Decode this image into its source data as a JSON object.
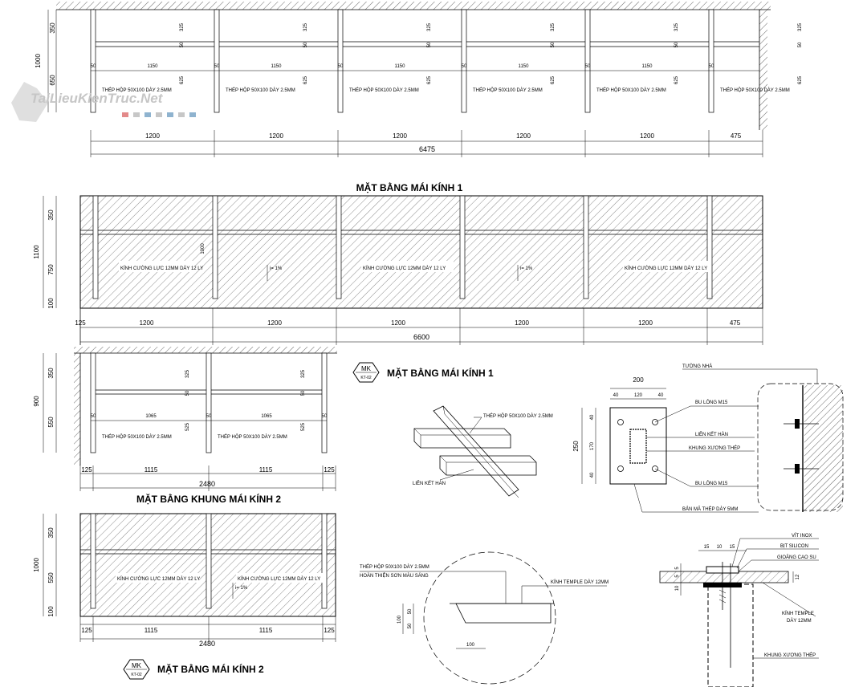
{
  "watermark": "TaiLieuKienTruc.Net",
  "plan1": {
    "title": "MẶT BẰNG MÁI KÍNH 1",
    "frame_dims_v": [
      "350",
      "650",
      "1000"
    ],
    "post_dims": [
      "325",
      "50",
      "625"
    ],
    "spans_top": [
      "50",
      "1150",
      "50",
      "1150",
      "50",
      "1150",
      "50",
      "1150",
      "50",
      "1150",
      "50"
    ],
    "member_label": "THÉP HỘP 50X100 DÀY 2.5MM",
    "bays": [
      "1200",
      "1200",
      "1200",
      "1200",
      "1200",
      "475"
    ],
    "total": "6475"
  },
  "roof1": {
    "dims_v": [
      "350",
      "750",
      "100",
      "1100"
    ],
    "inner_v": "1000",
    "glass_label": "KÍNH CƯỜNG LỰC 12MM DÀY 12 LY",
    "slope": "i= 1%",
    "bays": [
      "125",
      "1200",
      "1200",
      "1200",
      "1200",
      "1200",
      "475"
    ],
    "total": "6600"
  },
  "plan2": {
    "title": "MẶT BẰNG KHUNG MÁI KÍNH 2",
    "dims_v": [
      "350",
      "550",
      "900"
    ],
    "post_dims": [
      "325",
      "50",
      "525"
    ],
    "spans_top": [
      "50",
      "1065",
      "50",
      "1065",
      "50"
    ],
    "member_label": "THÉP HỘP 50X100 DÀY 2.5MM",
    "bays": [
      "125",
      "1115",
      "1115",
      "125"
    ],
    "total": "2480"
  },
  "roof2": {
    "title": "MẶT BẰNG MÁI KÍNH 2",
    "badge_top": "MK",
    "badge_bottom": "KT-02",
    "dims_v": [
      "350",
      "550",
      "100",
      "1000"
    ],
    "glass_label": "KÍNH CƯỜNG LỰC 12MM DÀY 12 LY",
    "slope": "i= 1%",
    "bays": [
      "125",
      "1115",
      "1115",
      "125"
    ],
    "total": "2480"
  },
  "detail_title": {
    "badge_top": "MK",
    "badge_bottom": "KT-02",
    "text": "MẶT BẰNG MÁI KÍNH 1"
  },
  "iso_detail": {
    "member": "THÉP HỘP 50X100 DÀY 2.5MM",
    "weld": "LIÊN KẾT HÀN"
  },
  "base_plate": {
    "wall": "TƯỜNG NHÀ",
    "width": "200",
    "top_dims": [
      "40",
      "120",
      "40"
    ],
    "height": "250",
    "side_dims": [
      "40",
      "170",
      "40"
    ],
    "bolt_top": "BU LÔNG M15",
    "weld": "LIÊN KẾT HÀN",
    "frame": "KHUNG XƯƠNG THÉP",
    "bolt_bottom": "BU LÔNG M15",
    "plate": "BẢN MÃ THÉP DÀY 5MM"
  },
  "section_detail": {
    "member": "THÉP HỘP 50X100 DÀY 2.5MM",
    "finish": "HOÀN THIỆN SƠN MÀU SÁNG",
    "glass": "KÍNH TEMPLE DÀY 12MM",
    "dims": [
      "100",
      "50",
      "50",
      "100"
    ]
  },
  "fix_detail": {
    "screw": "VÍT INOX",
    "silicone": "BỊT SILICON",
    "gasket": "GIOĂNG CAO SU",
    "glass1": "KÍNH TEMPLE",
    "glass2": "DÀY 12MM",
    "frame": "KHUNG XƯƠNG THÉP",
    "top_dims": [
      "15",
      "10",
      "15"
    ],
    "side_dims": [
      "5",
      "5",
      "10",
      "12"
    ]
  }
}
